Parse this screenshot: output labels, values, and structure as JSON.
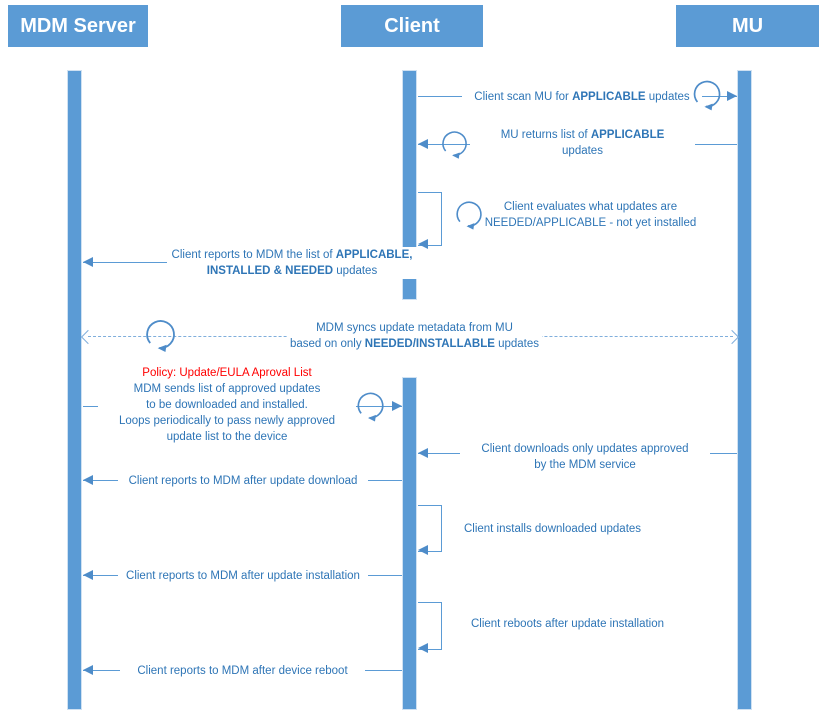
{
  "actors": [
    {
      "id": "mdm",
      "label": "MDM Server"
    },
    {
      "id": "client",
      "label": "Client"
    },
    {
      "id": "mu",
      "label": "MU"
    }
  ],
  "colors": {
    "accent": "#5B9BD5",
    "message_text": "#2E75B6",
    "policy_text": "#FF0000"
  },
  "icons": {
    "loop": "loop-arrow-icon"
  },
  "messages": {
    "m1": {
      "from": "Client",
      "to": "MU",
      "lines": [
        [
          {
            "t": "Client scan MU for "
          },
          {
            "t": "APPLICABLE",
            "b": true
          },
          {
            "t": " updates"
          }
        ]
      ]
    },
    "m2": {
      "from": "MU",
      "to": "Client",
      "lines": [
        [
          {
            "t": "MU returns list of "
          },
          {
            "t": "APPLICABLE",
            "b": true
          }
        ],
        [
          {
            "t": "updates"
          }
        ]
      ]
    },
    "m3": {
      "from": "Client",
      "to": "Client",
      "lines": [
        [
          {
            "t": "Client evaluates what updates are"
          }
        ],
        [
          {
            "t": "NEEDED/APPLICABLE - not yet installed"
          }
        ]
      ]
    },
    "m4": {
      "from": "Client",
      "to": "MDM Server",
      "lines": [
        [
          {
            "t": "Client reports to MDM the list of "
          },
          {
            "t": "APPLICABLE,",
            "b": true
          }
        ],
        [
          {
            "t": "INSTALLED & NEEDED",
            "b": true
          },
          {
            "t": " updates"
          }
        ]
      ]
    },
    "m5": {
      "from": "MDM Server",
      "to": "MU",
      "style": "dashed",
      "lines": [
        [
          {
            "t": "MDM syncs update metadata from MU"
          }
        ],
        [
          {
            "t": "based on only "
          },
          {
            "t": "NEEDED/INSTALLABLE",
            "b": true
          },
          {
            "t": " updates"
          }
        ]
      ]
    },
    "m6": {
      "from": "MDM Server",
      "to": "Client",
      "policy": "Policy: Update/EULA Aproval List",
      "lines": [
        "MDM sends list of approved updates",
        "to be downloaded and installed.",
        "Loops periodically to pass newly approved",
        "update list to the device"
      ]
    },
    "m7": {
      "from": "MU",
      "to": "Client",
      "lines": [
        [
          {
            "t": "Client downloads only updates approved"
          }
        ],
        [
          {
            "t": "by the MDM service"
          }
        ]
      ]
    },
    "m8": {
      "from": "Client",
      "to": "MDM Server",
      "lines": [
        [
          {
            "t": "Client reports to MDM after update download"
          }
        ]
      ]
    },
    "m9": {
      "from": "Client",
      "to": "Client",
      "lines": [
        [
          {
            "t": "Client installs downloaded updates"
          }
        ]
      ]
    },
    "m10": {
      "from": "Client",
      "to": "MDM Server",
      "lines": [
        [
          {
            "t": "Client reports to MDM after update installation"
          }
        ]
      ]
    },
    "m11": {
      "from": "Client",
      "to": "Client",
      "lines": [
        [
          {
            "t": "Client reboots after update installation"
          }
        ]
      ]
    },
    "m12": {
      "from": "Client",
      "to": "MDM Server",
      "lines": [
        [
          {
            "t": "Client reports to MDM after device reboot"
          }
        ]
      ]
    }
  }
}
